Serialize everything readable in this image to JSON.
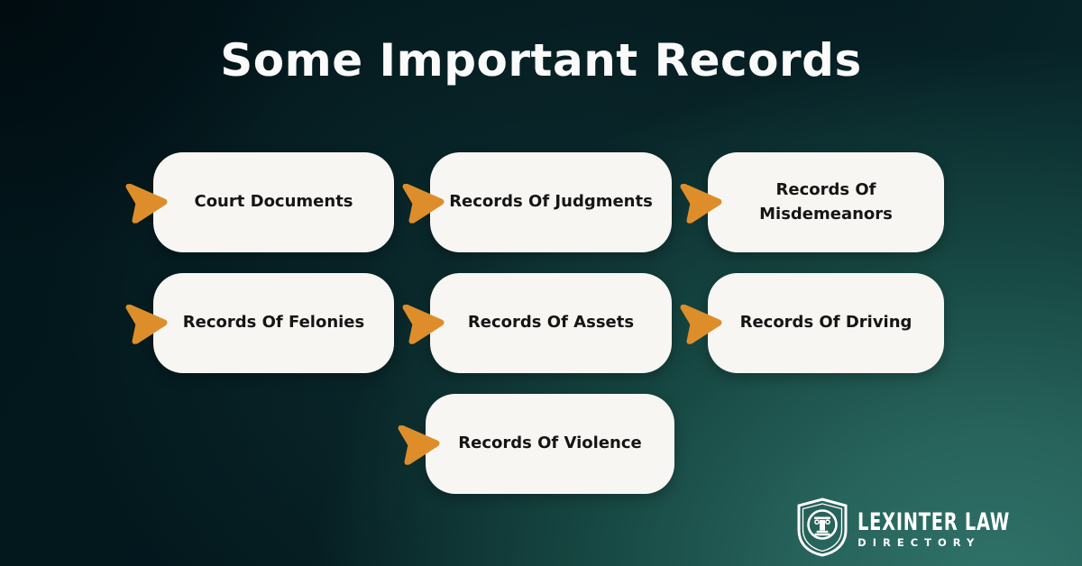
{
  "title": "Some Important Records",
  "cards": [
    {
      "lines": [
        "Court Documents"
      ]
    },
    {
      "lines": [
        "Records Of Judgments"
      ]
    },
    {
      "lines": [
        "Records Of",
        "Misdemeanors"
      ]
    },
    {
      "lines": [
        "Records Of Felonies"
      ]
    },
    {
      "lines": [
        "Records Of Assets"
      ]
    },
    {
      "lines": [
        "Records Of Driving"
      ]
    },
    {
      "lines": [
        "Records Of Violence"
      ]
    }
  ],
  "logo": {
    "name": "LEXINTER LAW",
    "subtitle": "DIRECTORY",
    "icon": "shield-column-icon"
  },
  "icons": {
    "arrow": "orange-arrowhead-icon"
  },
  "colors": {
    "background_dark": "#03161B",
    "glow_teal": "#2F7168",
    "card_background": "#F7F6F3",
    "card_text": "#151515",
    "accent_orange": "#DD8E2B",
    "title_text": "#FAFAFA"
  }
}
